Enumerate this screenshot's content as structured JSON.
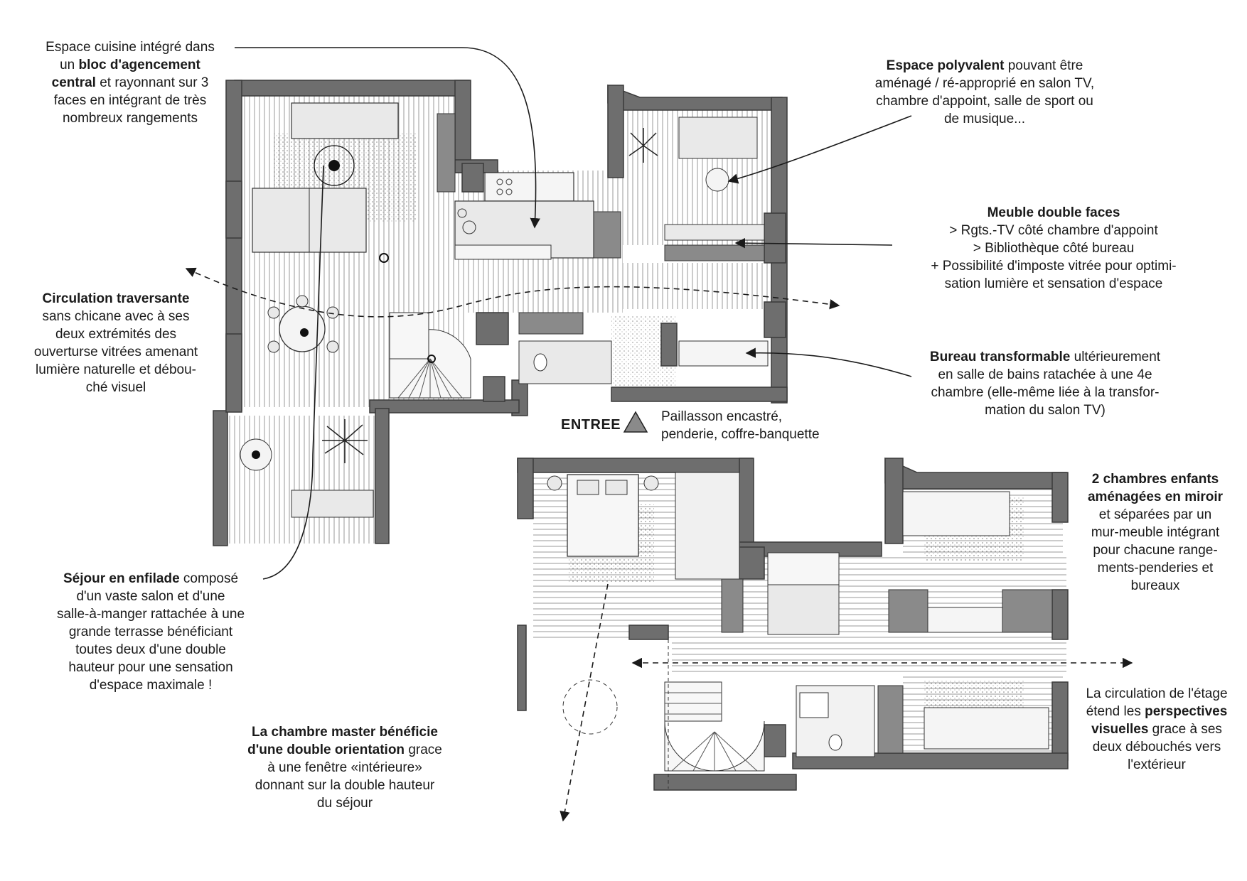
{
  "notes": {
    "kitchen": {
      "l1": "Espace cuisine intégré dans",
      "l2a": "un ",
      "l2b": "bloc d'agencement",
      "l3a": "central",
      "l3b": " et rayonnant sur 3",
      "l4": "faces en intégrant de très",
      "l5": "nombreux rangements"
    },
    "polyvalent": {
      "l1a": "Espace polyvalent",
      "l1b": " pouvant être",
      "l2": "aménagé / ré-approprié en salon TV,",
      "l3": "chambre d'appoint, salle de sport ou",
      "l4": "de musique..."
    },
    "meuble": {
      "l1": "Meuble double faces",
      "l2": "> Rgts.-TV côté chambre d'appoint",
      "l3": "> Bibliothèque côté bureau",
      "l4": "+ Possibilité d'imposte vitrée pour optimi-",
      "l5": "sation lumière et sensation d'espace"
    },
    "circulation": {
      "l1": "Circulation traversante",
      "l2": "sans chicane avec à ses",
      "l3": "deux extrémités des",
      "l4": "ouverturse vitrées amenant",
      "l5": "lumière naturelle et débou-",
      "l6": "ché visuel"
    },
    "bureau": {
      "l1a": "Bureau transformable",
      "l1b": " ultérieurement",
      "l2": "en salle de bains ratachée à une 4e",
      "l3": "chambre (elle-même liée à la transfor-",
      "l4": "mation du salon TV)"
    },
    "entree": {
      "label": "ENTREE",
      "l1": "Paillasson encastré,",
      "l2": "penderie, coffre-banquette"
    },
    "sejour": {
      "l1a": "Séjour en enfilade",
      "l1b": " composé",
      "l2": "d'un vaste salon et d'une",
      "l3": "salle-à-manger rattachée à une",
      "l4": "grande terrasse bénéficiant",
      "l5": "toutes deux d'une double",
      "l6": "hauteur pour une sensation",
      "l7": "d'espace maximale !"
    },
    "enfants": {
      "l1": "2 chambres enfants",
      "l2": "aménagées en miroir",
      "l3": "et séparées par un",
      "l4": "mur-meuble intégrant",
      "l5": "pour chacune range-",
      "l6": "ments-penderies et",
      "l7": "bureaux"
    },
    "etage": {
      "l1": "La circulation de l'étage",
      "l2a": "étend les ",
      "l2b": "perspectives",
      "l3a": "visuelles",
      "l3b": " grace à ses",
      "l4": "deux débouchés vers",
      "l5": "l'extérieur"
    },
    "master": {
      "l1": "La chambre master bénéficie",
      "l2a": "d'une double orientation",
      "l2b": " grace",
      "l3": "à une fenêtre «intérieure»",
      "l4": "donnant sur la double hauteur",
      "l5": "du séjour"
    }
  },
  "colors": {
    "wall": "#6e6e6e",
    "wall_stroke": "#3a3a3a",
    "floor_lines": "#9a9a9a",
    "furniture_fill": "#e9e9e9",
    "furniture_dark": "#8a8a8a",
    "arrow": "#1a1a1a"
  }
}
